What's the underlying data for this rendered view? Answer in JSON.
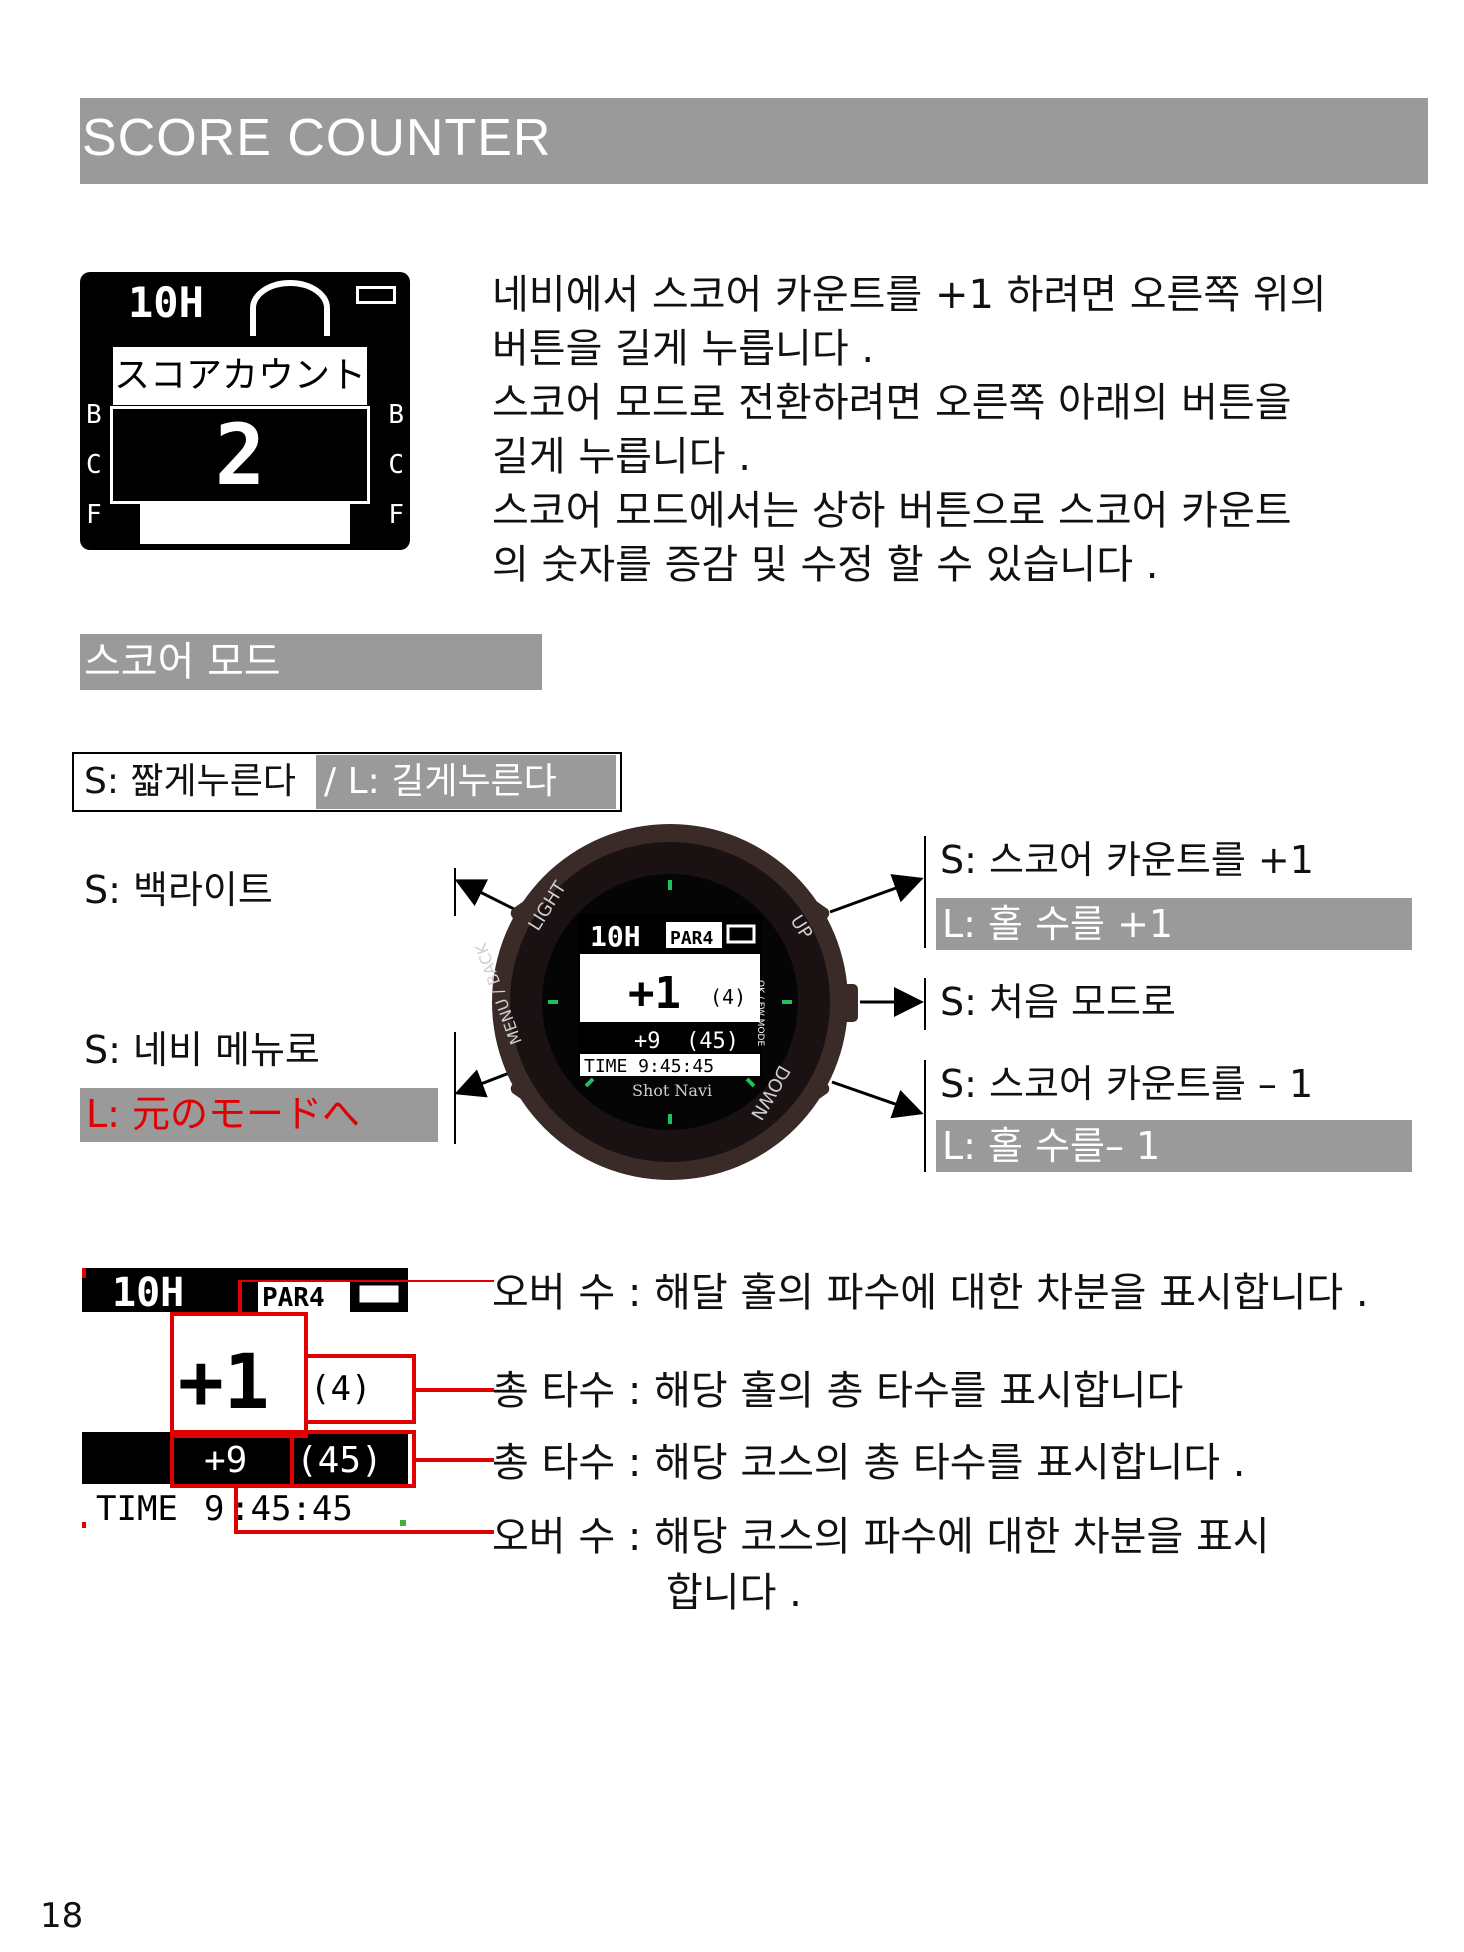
{
  "header": {
    "title": "SCORE COUNTER"
  },
  "top_screen": {
    "hole": "10H",
    "popup_label": "スコアカウント",
    "count": "2",
    "side_left": [
      "B",
      "C",
      "F"
    ],
    "side_right": [
      "B",
      "C",
      "F"
    ]
  },
  "intro": {
    "lines": [
      "네비에서 스코어 카운트를 +1 하려면 오른쪽 위의",
      "버튼을 길게 누릅니다 .",
      "스코어 모드로 전환하려면 오른쪽 아래의 버튼을",
      "길게 누릅니다 .",
      "스코어 모드에서는 상하 버튼으로 스코어 카운트",
      "의 숫자를  증감 및 수정 할 수 있습니다 ."
    ]
  },
  "section": {
    "title": "스코어  모드"
  },
  "legend": {
    "short": "S: 짧게누른다",
    "long": "/ L: 길게누른다"
  },
  "buttons": {
    "light": {
      "short": "S: 백라이트"
    },
    "back": {
      "short": "S: 네비 메뉴로",
      "long": "L: 元のモードへ"
    },
    "up": {
      "short": "S: 스코어 카운트를 +1",
      "long": "L: 홀 수를 +1"
    },
    "mode": {
      "short": "S: 처음 모드로"
    },
    "down": {
      "short": "S: 스코어 카운트를  – 1",
      "long": "L: 홀 수를– 1"
    }
  },
  "watch": {
    "hole": "10H",
    "par": "PAR4",
    "over": "+1",
    "strokes": "(4)",
    "total_over": "+9",
    "total_strokes": "(45)",
    "time": "TIME 9:45:45",
    "brand": "Shot Navi",
    "bezel": {
      "light": "LIGHT",
      "up": "UP",
      "back": "MENU / BACK",
      "down": "DOWN",
      "mode": "OK / FW MODE"
    }
  },
  "bottom_screen": {
    "hole": "10H",
    "par": "PAR4",
    "over": "+1",
    "strokes": "(4)",
    "total_over": "+9",
    "total_strokes": "(45)",
    "time_label": "TIME",
    "time_h": "9",
    "time_rest": ":45:45"
  },
  "notes": [
    "오버 수  : 해달 홀의 파수에 대한 차분을 표시합니다 .",
    "총 타수 : 해당 홀의 총 타수를 표시합니다",
    "총 타수 : 해당 코스의 총 타수를 표시합니다 .",
    "오버 수 : 해당 코스의 파수에 대한 차분을 표시",
    "합니다 ."
  ],
  "page_number": "18",
  "colors": {
    "highlight_red": "#e00000",
    "label_gray": "#9a9a9a"
  }
}
